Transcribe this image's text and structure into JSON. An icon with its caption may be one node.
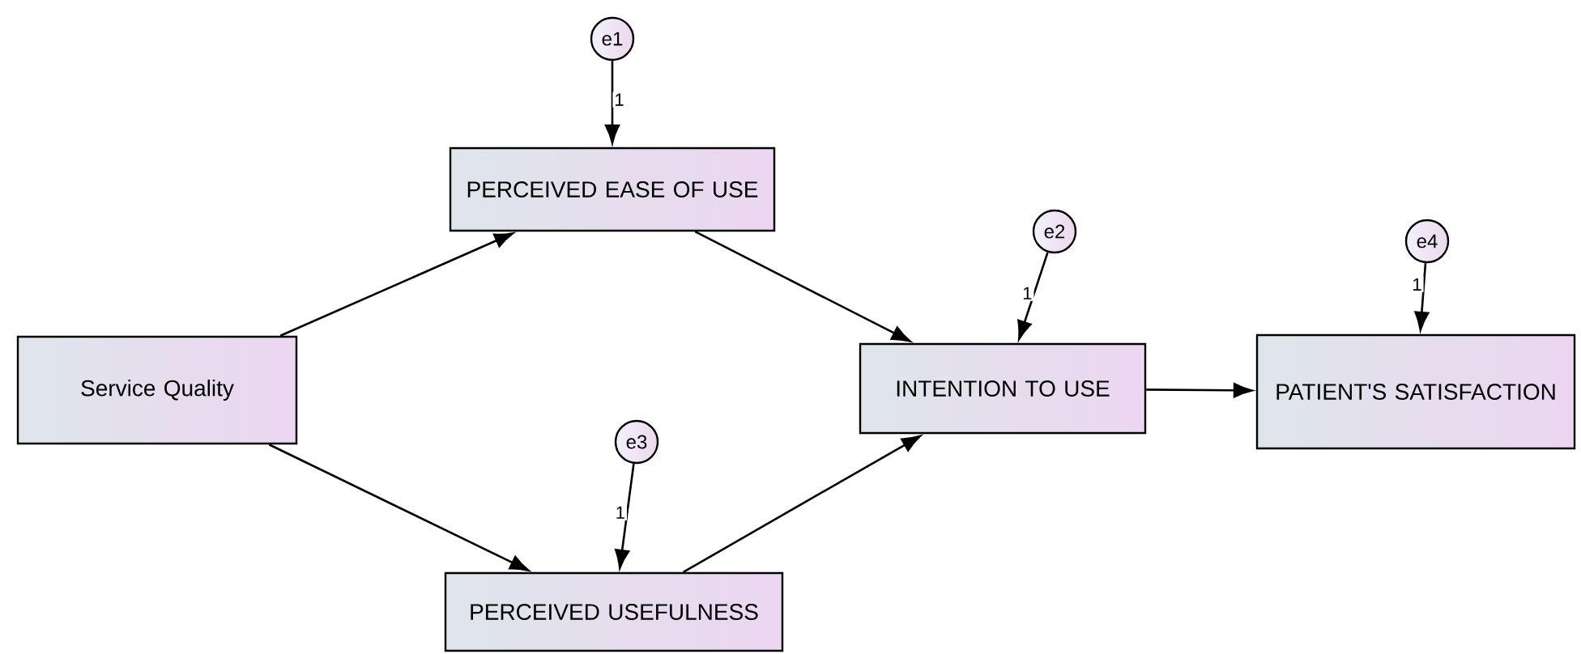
{
  "diagram": {
    "nodes": [
      {
        "text": [
          "e1"
        ]
      },
      {
        "text": [
          "PERCEIVED EASE OF USE"
        ]
      },
      {
        "text": [
          "e2"
        ]
      },
      {
        "text": [
          "e4"
        ]
      },
      {
        "text": [
          "Service Quality"
        ]
      },
      {
        "text": [
          "INTENTION TO USE"
        ]
      },
      {
        "text": [
          "PATIENT'S SATISFACTION"
        ]
      },
      {
        "text": [
          "e3"
        ]
      },
      {
        "text": [
          "PERCEIVED USEFULNESS"
        ]
      }
    ],
    "edges": [
      {
        "from": 4,
        "to": 1,
        "arrow": "to"
      },
      {
        "from": 4,
        "to": 8,
        "arrow": "to"
      },
      {
        "from": 1,
        "to": 5,
        "arrow": "to"
      },
      {
        "from": 8,
        "to": 5,
        "arrow": "to"
      },
      {
        "from": 5,
        "to": 6,
        "arrow": "to"
      },
      {
        "from": 0,
        "to": 1,
        "arrow": "to",
        "label": "1"
      },
      {
        "from": 2,
        "to": 5,
        "arrow": "to",
        "label": "1"
      },
      {
        "from": 7,
        "to": 8,
        "arrow": "to",
        "label": "1"
      },
      {
        "from": 3,
        "to": 6,
        "arrow": "to",
        "label": "1"
      }
    ]
  }
}
